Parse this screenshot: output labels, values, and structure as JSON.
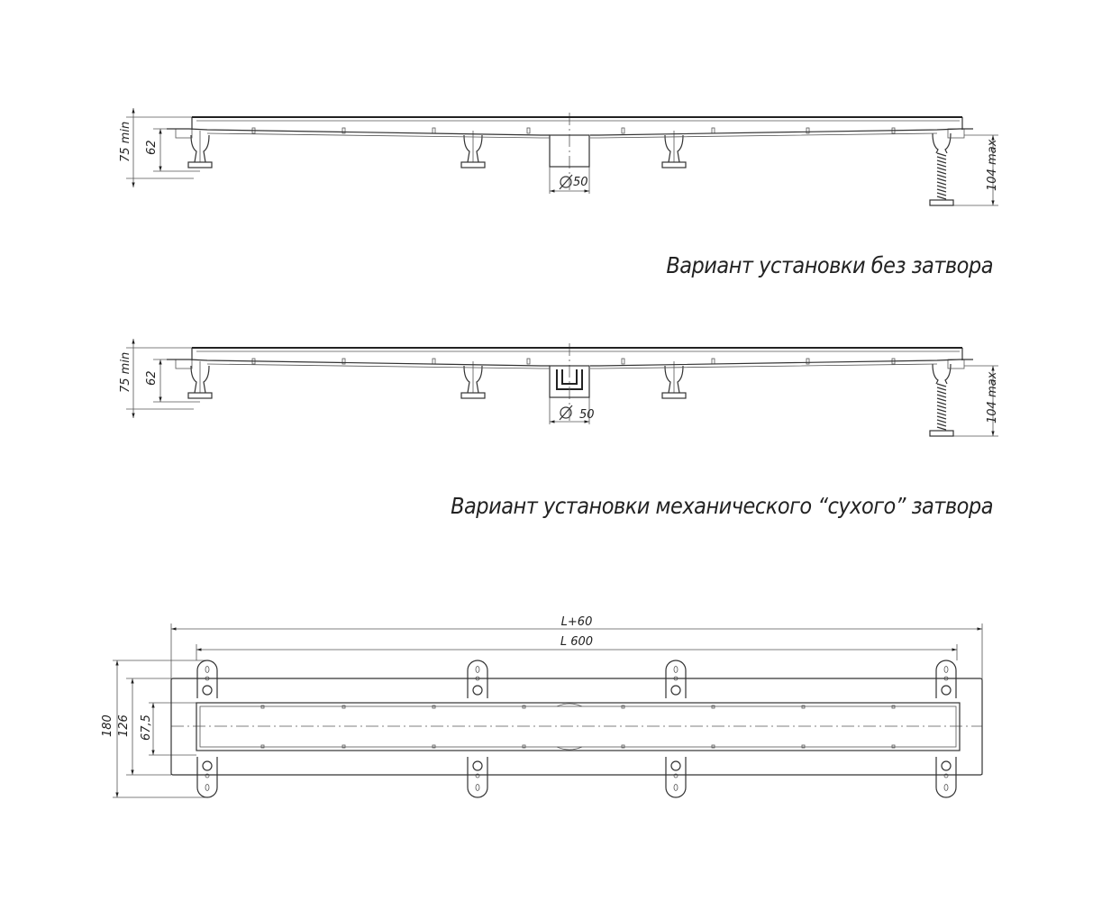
{
  "section_views": [
    {
      "caption": "Вариант установки без затвора",
      "dims": {
        "total_height": "75 min",
        "body_height": "62",
        "outlet": "50",
        "max_height": "104 max"
      },
      "trap": false
    },
    {
      "caption": "Вариант установки механического “сухого” затвора",
      "dims": {
        "total_height": "75 min",
        "body_height": "62",
        "outlet": "50",
        "max_height": "104 max"
      },
      "trap": true
    }
  ],
  "plan_view": {
    "dims": {
      "overall_length": "L+60",
      "grate_length": "L 600",
      "overall_width": "180",
      "flange_width": "126",
      "channel_width": "67,5"
    }
  }
}
